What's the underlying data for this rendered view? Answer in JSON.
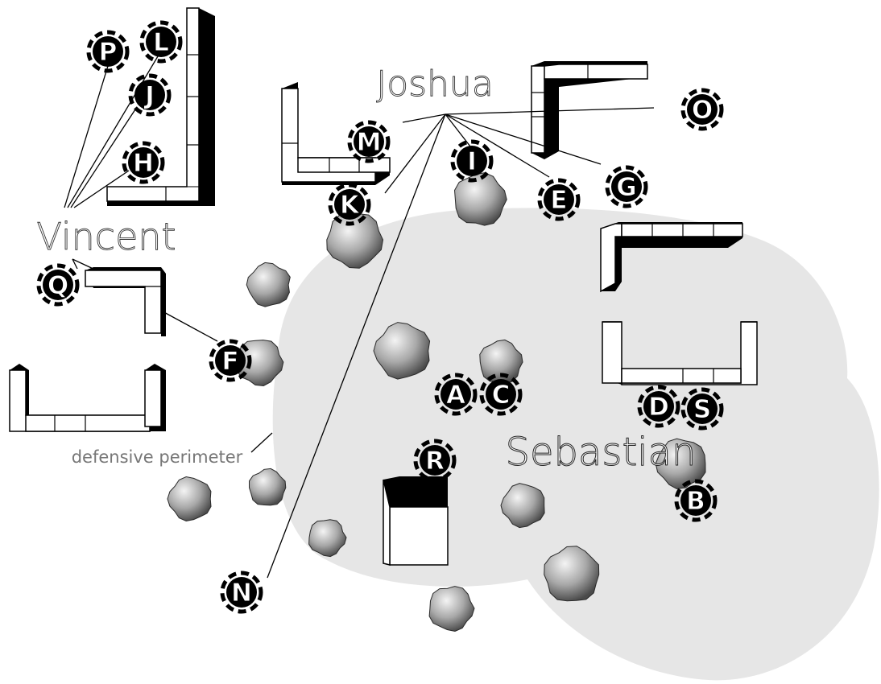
{
  "labels": {
    "joshua": "Joshua",
    "vincent": "Vincent",
    "sebastian": "Sebastian",
    "defensive_perimeter": "defensive perimeter"
  },
  "markers": {
    "A": "A",
    "B": "B",
    "C": "C",
    "D": "D",
    "E": "E",
    "F": "F",
    "G": "G",
    "H": "H",
    "I": "I",
    "J": "J",
    "K": "K",
    "L": "L",
    "M": "M",
    "N": "N",
    "O": "O",
    "P": "P",
    "Q": "Q",
    "R": "R",
    "S": "S"
  },
  "colors": {
    "zone": "#e6e6e6",
    "wall_fill": "#ffffff",
    "wall_shadow": "#000000",
    "marker": "#000000",
    "marker_text": "#ffffff",
    "tree_light": "#f4f4f4",
    "tree_dark": "#4a4a4a"
  }
}
